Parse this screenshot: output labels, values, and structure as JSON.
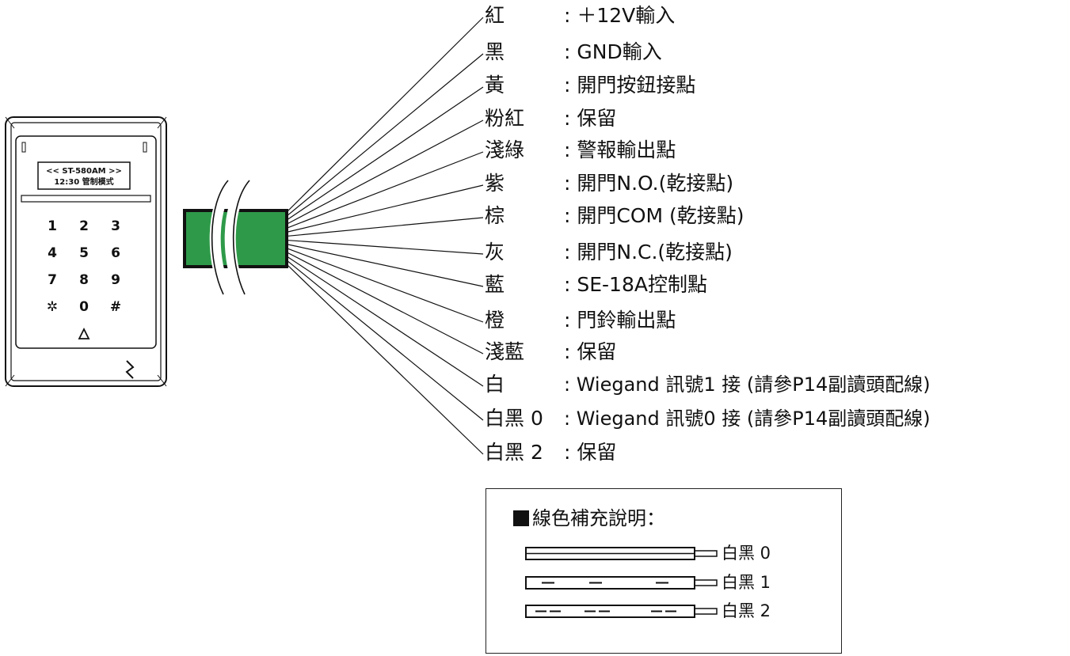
{
  "device": {
    "screen_line1": "<< ST-580AM >>",
    "screen_line2": "12:30   管制模式",
    "keys": [
      "1",
      "2",
      "3",
      "4",
      "5",
      "6",
      "7",
      "8",
      "9",
      "✲",
      "0",
      "#"
    ]
  },
  "wires": [
    {
      "color": "紅",
      "desc": ": ＋12V輸入"
    },
    {
      "color": "黑",
      "desc": ": GND輸入"
    },
    {
      "color": "黃",
      "desc": ": 開門按鈕接點"
    },
    {
      "color": "粉紅",
      "desc": ": 保留"
    },
    {
      "color": "淺綠",
      "desc": ": 警報輸出點"
    },
    {
      "color": "紫",
      "desc": ": 開門N.O.(乾接點)"
    },
    {
      "color": "棕",
      "desc": ": 開門COM (乾接點)"
    },
    {
      "color": "灰",
      "desc": ": 開門N.C.(乾接點)"
    },
    {
      "color": "藍",
      "desc": ": SE-18A控制點"
    },
    {
      "color": "橙",
      "desc": ": 門鈴輸出點"
    },
    {
      "color": "淺藍",
      "desc": ": 保留"
    },
    {
      "color": "白",
      "desc": ": Wiegand 訊號1 接 (請參P14副讀頭配線)"
    },
    {
      "color": "白黑 0",
      "desc": ": Wiegand 訊號0 接 (請參P14副讀頭配線)"
    },
    {
      "color": "白黑 2",
      "desc": ": 保留"
    }
  ],
  "note": {
    "title": "線色補充說明：",
    "legend": [
      "白黑 0",
      "白黑 1",
      "白黑 2"
    ]
  },
  "colors": {
    "cable_fill": "#2e9a49",
    "line": "#111111"
  }
}
